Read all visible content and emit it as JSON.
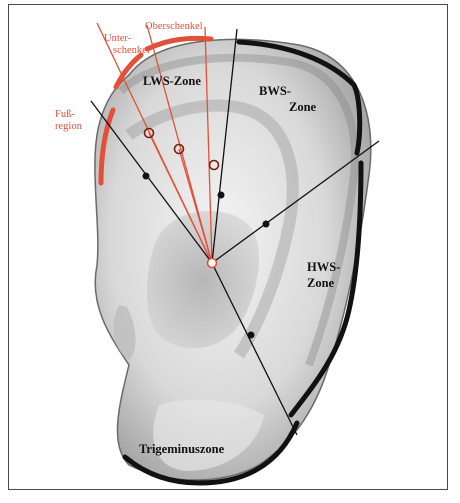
{
  "labels": {
    "unterschenkel_line1": "Unter-",
    "unterschenkel_line2": "schenkel",
    "oberschenkel": "Oberschenkel",
    "fuss_line1": "Fuß-",
    "fuss_line2": "region",
    "lws_zone": "LWS-Zone",
    "bws_line1": "BWS-",
    "bws_line2": "Zone",
    "hws_line1": "HWS-",
    "hws_line2": "Zone",
    "trigeminus": "Trigeminuszone"
  },
  "colors": {
    "red": "#e3503a",
    "black": "#111111",
    "frame": "#4a4a4a"
  }
}
